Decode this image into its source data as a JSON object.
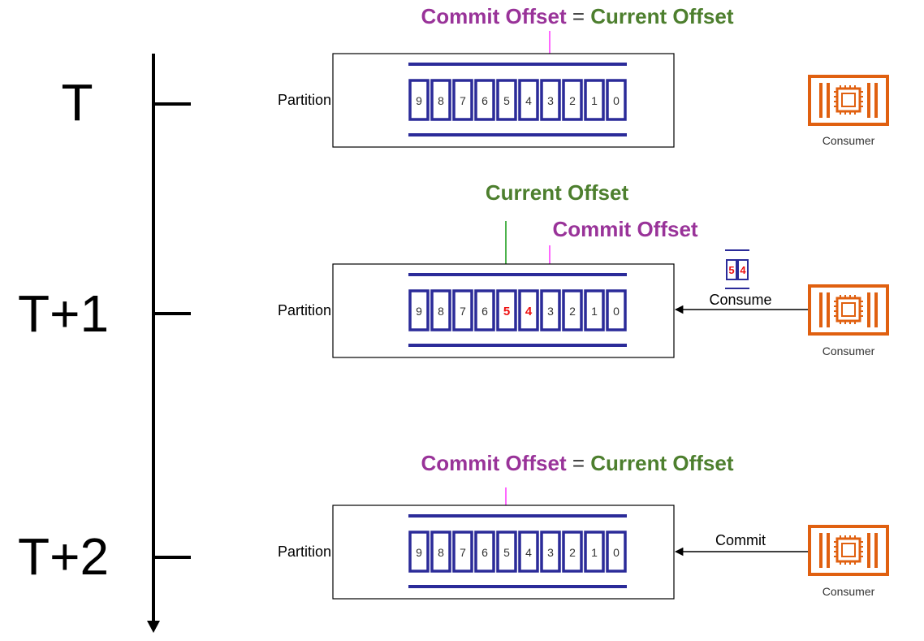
{
  "timeline": {
    "labels": [
      "T",
      "T+1",
      "T+2"
    ]
  },
  "labels": {
    "partition": "Partition",
    "consumer": "Consumer",
    "consume": "Consume",
    "commit": "Commit",
    "commit_offset": "Commit Offset",
    "current_offset": "Current Offset",
    "equals": "="
  },
  "colors": {
    "commit_offset": "#993399",
    "current_offset": "#4d7f2e",
    "commit_arrow": "#ff33ff",
    "current_arrow": "#119911",
    "cell_border": "#2b2b99",
    "consumed_text": "#ee1111",
    "consumer_icon": "#e06010"
  },
  "stages": [
    {
      "time": "T",
      "offsets": [
        "9",
        "8",
        "7",
        "6",
        "5",
        "4",
        "3",
        "2",
        "1",
        "0"
      ],
      "highlighted": [],
      "commit_offset": "3",
      "current_offset": "3",
      "action": ""
    },
    {
      "time": "T+1",
      "offsets": [
        "9",
        "8",
        "7",
        "6",
        "5",
        "4",
        "3",
        "2",
        "1",
        "0"
      ],
      "highlighted": [
        "5",
        "4"
      ],
      "commit_offset": "3",
      "current_offset": "5",
      "action": "Consume",
      "batch": [
        "5",
        "4"
      ]
    },
    {
      "time": "T+2",
      "offsets": [
        "9",
        "8",
        "7",
        "6",
        "5",
        "4",
        "3",
        "2",
        "1",
        "0"
      ],
      "highlighted": [],
      "commit_offset": "5",
      "current_offset": "5",
      "action": "Commit"
    }
  ]
}
